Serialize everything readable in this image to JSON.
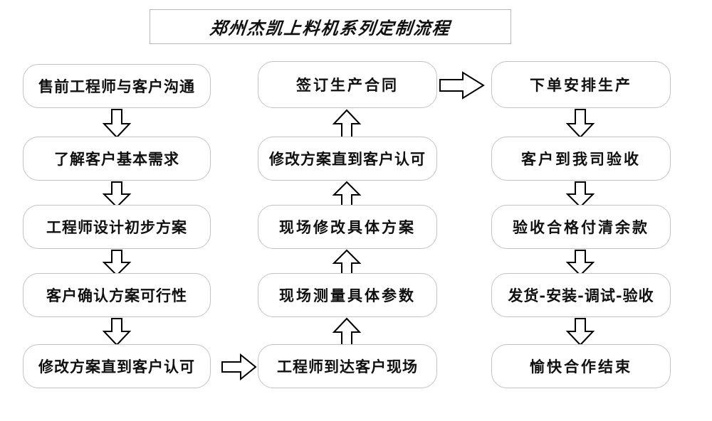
{
  "diagram": {
    "title": "郑州杰凯上料机系列定制流程",
    "type": "flowchart",
    "columns": [
      {
        "id": "left-column",
        "direction": "top-to-bottom",
        "nodes": [
          {
            "id": "node-presale-communication",
            "label": "售前工程师与客户沟通"
          },
          {
            "id": "node-understand-needs",
            "label": "了解客户基本需求"
          },
          {
            "id": "node-engineer-draft-plan",
            "label": "工程师设计初步方案"
          },
          {
            "id": "node-customer-confirm-feasibility",
            "label": "客户确认方案可行性"
          },
          {
            "id": "node-revise-until-approved-left",
            "label": "修改方案直到客户认可"
          }
        ]
      },
      {
        "id": "middle-column",
        "direction": "bottom-to-top",
        "nodes": [
          {
            "id": "node-sign-production-contract",
            "label": "签订生产合同"
          },
          {
            "id": "node-revise-until-approved-mid",
            "label": "修改方案直到客户认可"
          },
          {
            "id": "node-onsite-revise-plan",
            "label": "现场修改具体方案"
          },
          {
            "id": "node-onsite-measure-params",
            "label": "现场测量具体参数"
          },
          {
            "id": "node-engineer-arrive-onsite",
            "label": "工程师到达客户现场"
          }
        ]
      },
      {
        "id": "right-column",
        "direction": "top-to-bottom",
        "nodes": [
          {
            "id": "node-place-order-production",
            "label": "下单安排生产"
          },
          {
            "id": "node-customer-inspection",
            "label": "客户到我司验收"
          },
          {
            "id": "node-pay-balance",
            "label": "验收合格付清余款"
          },
          {
            "id": "node-ship-install-debug-accept",
            "label": "发货-安装-调试-验收"
          },
          {
            "id": "node-happy-cooperation-end",
            "label": "愉快合作结束"
          }
        ]
      }
    ],
    "connectors": [
      {
        "id": "arrow-left-1",
        "direction": "down"
      },
      {
        "id": "arrow-left-2",
        "direction": "down"
      },
      {
        "id": "arrow-left-3",
        "direction": "down"
      },
      {
        "id": "arrow-left-4",
        "direction": "down"
      },
      {
        "id": "arrow-left-to-middle",
        "direction": "right"
      },
      {
        "id": "arrow-middle-1",
        "direction": "up"
      },
      {
        "id": "arrow-middle-2",
        "direction": "up"
      },
      {
        "id": "arrow-middle-3",
        "direction": "up"
      },
      {
        "id": "arrow-middle-4",
        "direction": "up"
      },
      {
        "id": "arrow-middle-to-right",
        "direction": "right"
      },
      {
        "id": "arrow-right-1",
        "direction": "down"
      },
      {
        "id": "arrow-right-2",
        "direction": "down"
      },
      {
        "id": "arrow-right-3",
        "direction": "down"
      },
      {
        "id": "arrow-right-4",
        "direction": "down"
      }
    ],
    "colors": {
      "background": "#ffffff",
      "node_border": "#c2c2c2",
      "title_border": "#b8b8b8",
      "text": "#101010",
      "arrow_stroke": "#000000",
      "arrow_fill": "#ffffff"
    }
  }
}
